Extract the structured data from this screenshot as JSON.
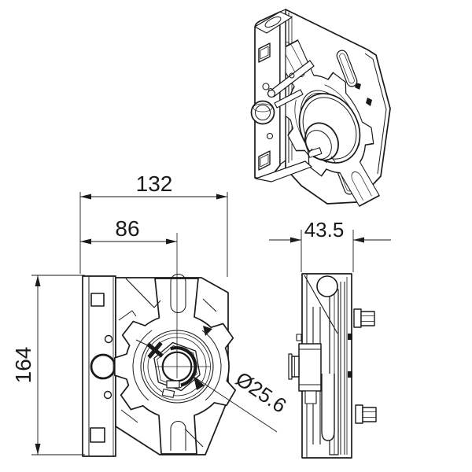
{
  "drawing": {
    "background": "#ffffff",
    "line_color": "#1a1a1a",
    "dimensions": {
      "overall_width": "132",
      "center_offset": "86",
      "overall_height": "164",
      "depth": "43.5",
      "bore_diameter": "Ø25.6"
    }
  }
}
